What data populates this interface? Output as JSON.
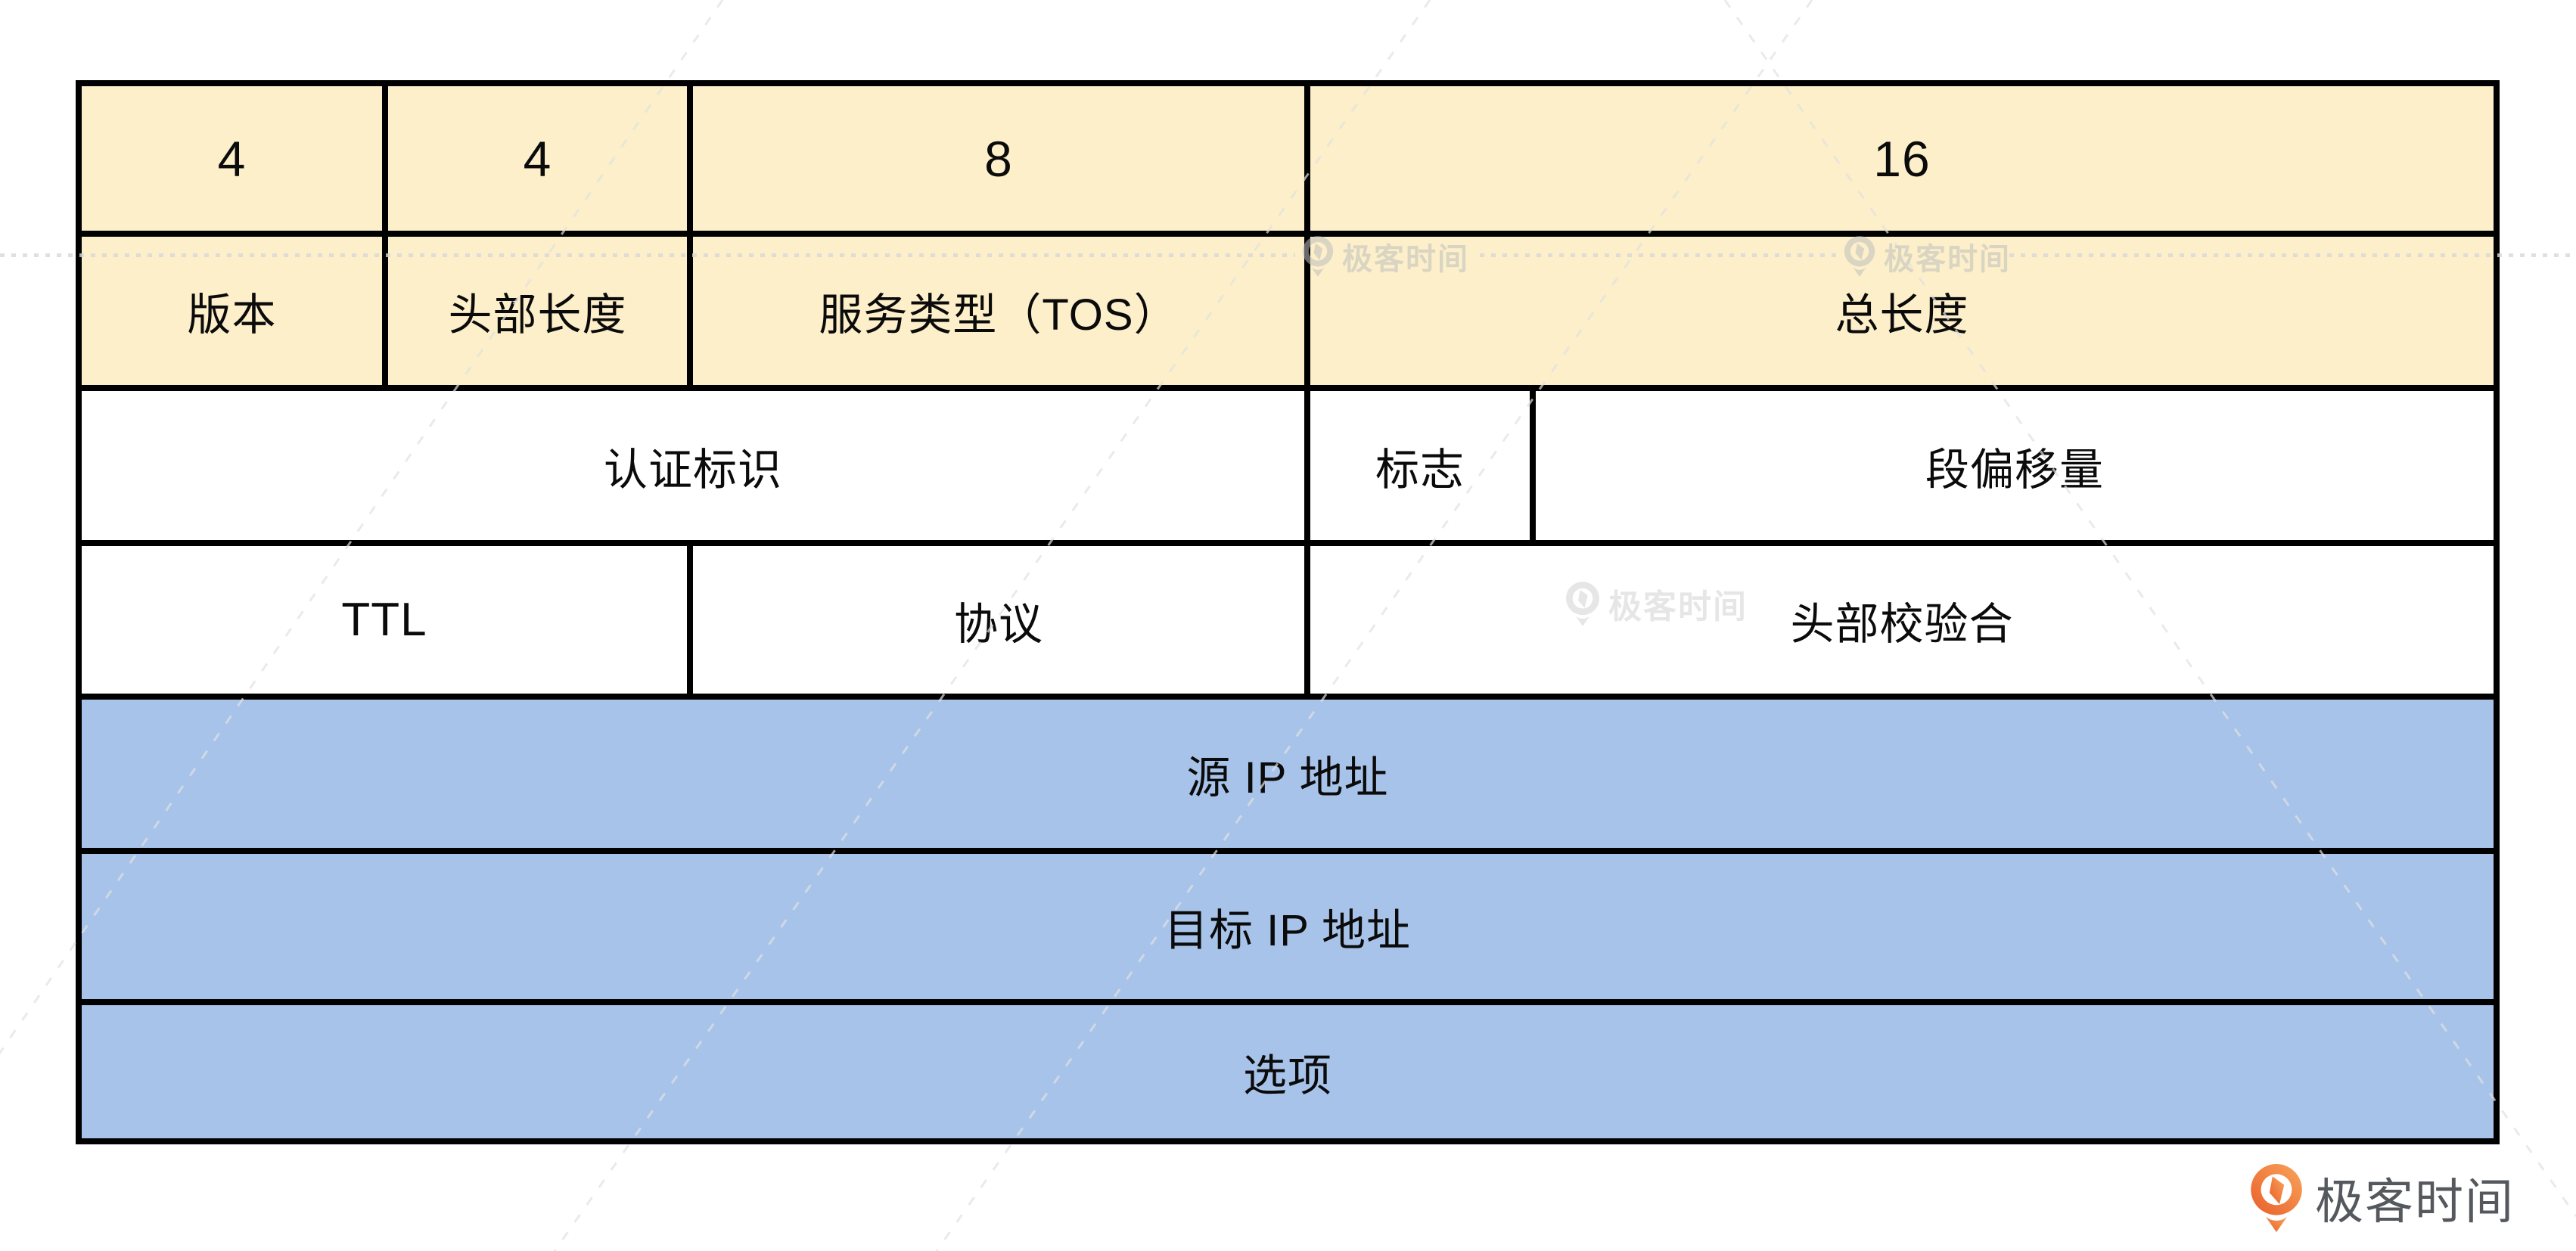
{
  "table": {
    "row1": {
      "c1": "4",
      "c2": "4",
      "c3": "8",
      "c4": "16"
    },
    "row2": {
      "c1": "版本",
      "c2": "头部长度",
      "c3": "服务类型（TOS）",
      "c4": "总长度"
    },
    "row3": {
      "c1": "认证标识",
      "c2": "标志",
      "c3": "段偏移量"
    },
    "row4": {
      "c1": "TTL",
      "c2": "协议",
      "c3": "头部校验合"
    },
    "row5": {
      "c1": "源 IP 地址"
    },
    "row6": {
      "c1": "目标 IP 地址"
    },
    "row7": {
      "c1": "选项"
    }
  },
  "watermark": {
    "brand": "极客时间"
  },
  "logo": {
    "text": "极客时间"
  },
  "colors": {
    "header_fill": "#FCEFC9",
    "address_fill": "#A8C3E9",
    "border": "#000000",
    "label_text": "#0B0B0B",
    "logo_text": "#55595E",
    "logo_orange_start": "#F9A45A",
    "logo_orange_end": "#E95F2B",
    "watermark_gray": "#BFBFBF"
  }
}
